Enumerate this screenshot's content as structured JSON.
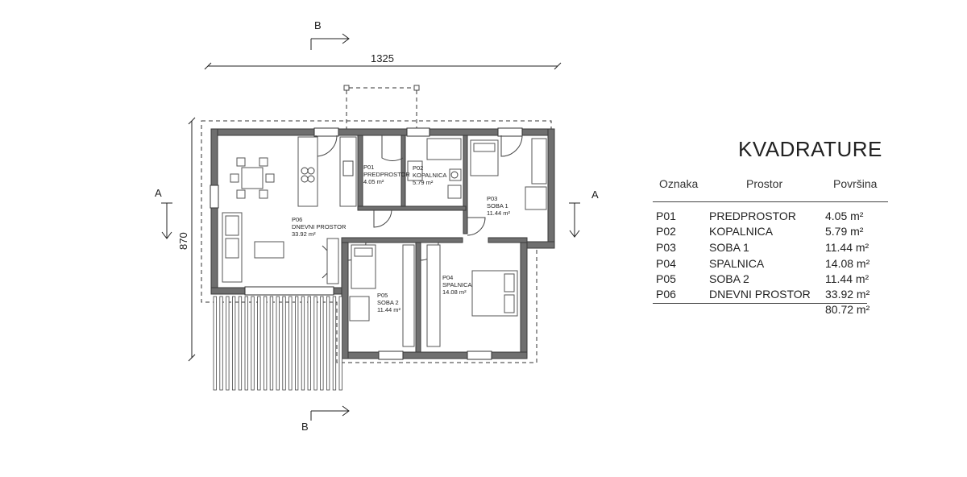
{
  "plan": {
    "section_b": "B",
    "section_a": "A",
    "dim_width": "1325",
    "dim_height": "870",
    "rooms": [
      {
        "code": "P01",
        "name": "PREDPROSTOR",
        "area": "4.05 m²"
      },
      {
        "code": "P02",
        "name": "KOPALNICA",
        "area": "5.79 m²"
      },
      {
        "code": "P03",
        "name": "SOBA 1",
        "area": "11.44 m²"
      },
      {
        "code": "P04",
        "name": "SPALNICA",
        "area": "14.08 m²"
      },
      {
        "code": "P05",
        "name": "SOBA 2",
        "area": "11.44 m²"
      },
      {
        "code": "P06",
        "name": "DNEVNI PROSTOR",
        "area": "33.92 m²"
      }
    ]
  },
  "legend": {
    "title": "KVADRATURE",
    "headers": {
      "code": "Oznaka",
      "space": "Prostor",
      "area": "Površina"
    },
    "rows": [
      {
        "code": "P01",
        "space": "PREDPROSTOR",
        "area": "4.05 m²"
      },
      {
        "code": "P02",
        "space": "KOPALNICA",
        "area": "5.79 m²"
      },
      {
        "code": "P03",
        "space": "SOBA 1",
        "area": "11.44 m²"
      },
      {
        "code": "P04",
        "space": "SPALNICA",
        "area": "14.08 m²"
      },
      {
        "code": "P05",
        "space": "SOBA 2",
        "area": "11.44 m²"
      },
      {
        "code": "P06",
        "space": "DNEVNI PROSTOR",
        "area": "33.92 m²"
      }
    ],
    "total": "80.72 m²"
  }
}
